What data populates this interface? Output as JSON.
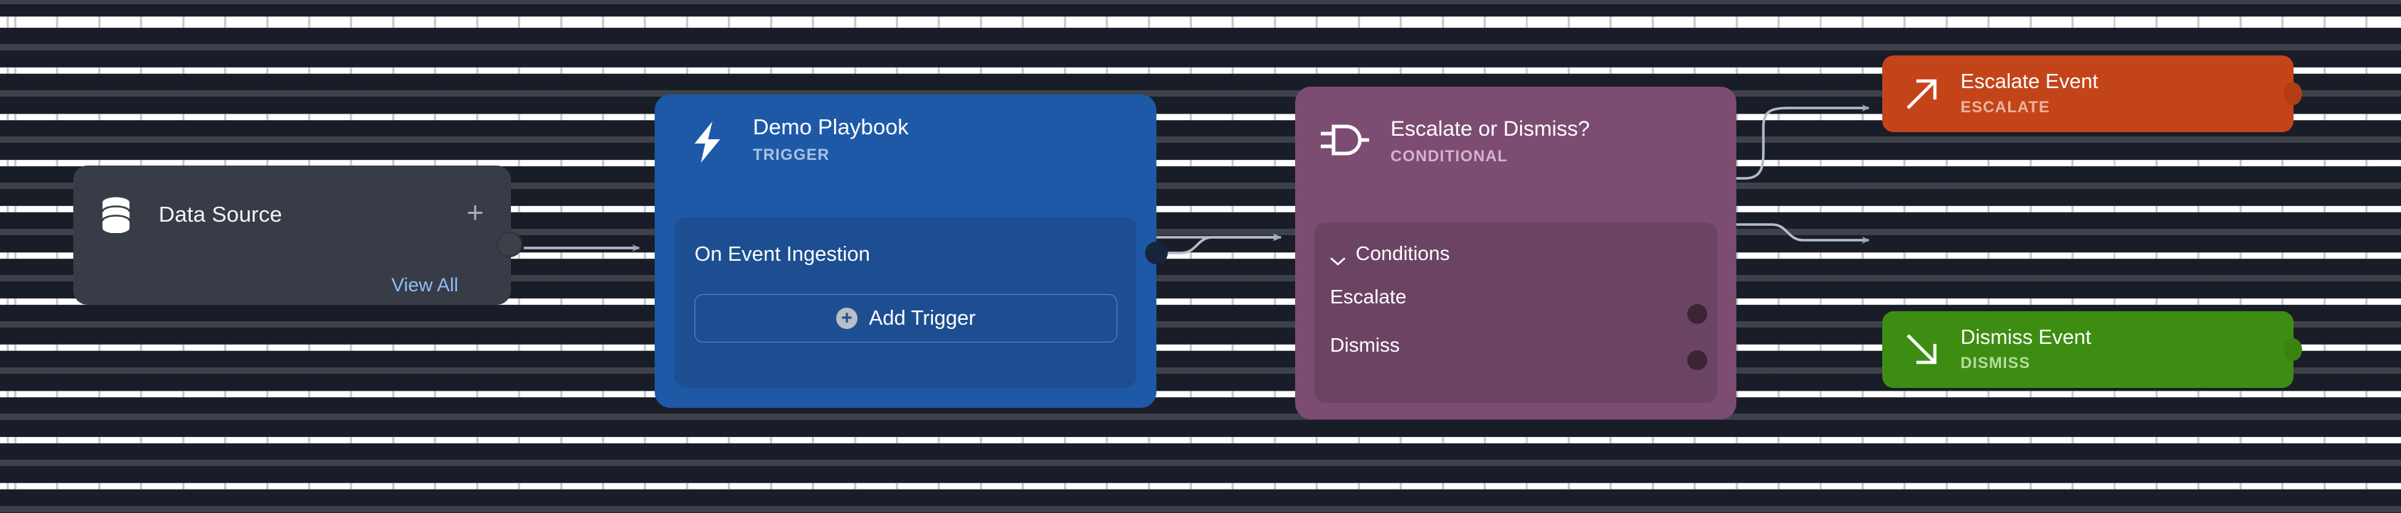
{
  "canvas": {
    "background_color": "#191d28",
    "grid": "dotted-dash-grid"
  },
  "nodes": [
    {
      "id": "data-source",
      "title": "Data Source",
      "icon": "database-icon",
      "add_label": "+",
      "footer_link": "View All",
      "color": "#383c47"
    },
    {
      "id": "demo-playbook",
      "title": "Demo Playbook",
      "subtitle": "TRIGGER",
      "icon": "lightning-bolt-icon",
      "row_label": "On Event Ingestion",
      "button_label": "Add Trigger",
      "button_icon": "plus-circle-icon",
      "color": "#1e59a8"
    },
    {
      "id": "escalate-or-dismiss",
      "title": "Escalate or Dismiss?",
      "subtitle": "CONDITIONAL",
      "icon": "logic-gate-icon",
      "section_label": "Conditions",
      "section_icon": "chevron-down-icon",
      "branches": [
        "Escalate",
        "Dismiss"
      ],
      "color": "#7c4c73"
    },
    {
      "id": "escalate-event",
      "title": "Escalate Event",
      "subtitle": "ESCALATE",
      "icon": "arrow-up-right-icon",
      "color": "#c4441a"
    },
    {
      "id": "dismiss-event",
      "title": "Dismiss Event",
      "subtitle": "DISMISS",
      "icon": "arrow-down-right-icon",
      "color": "#3d8d12"
    }
  ],
  "data_source": {
    "title": "Data Source",
    "add_label": "+",
    "view_all": "View All"
  },
  "playbook": {
    "title": "Demo Playbook",
    "subtitle": "TRIGGER",
    "row_label": "On Event Ingestion",
    "add_trigger_plus": "+",
    "add_trigger_label": "Add Trigger"
  },
  "conditional": {
    "title": "Escalate or Dismiss?",
    "subtitle": "CONDITIONAL",
    "conditions_label": "Conditions",
    "branch_escalate": "Escalate",
    "branch_dismiss": "Dismiss"
  },
  "escalate": {
    "title": "Escalate Event",
    "subtitle": "ESCALATE"
  },
  "dismiss": {
    "title": "Dismiss Event",
    "subtitle": "DISMISS"
  },
  "colors": {
    "background": "#191d28",
    "data_source": "#383c47",
    "trigger_blue": "#1e59a8",
    "conditional_purple": "#7c4c73",
    "escalate_orange": "#c4441a",
    "dismiss_green": "#3d8d12",
    "link_blue": "#8fbdf5",
    "edge_gray": "#aab4c2"
  }
}
